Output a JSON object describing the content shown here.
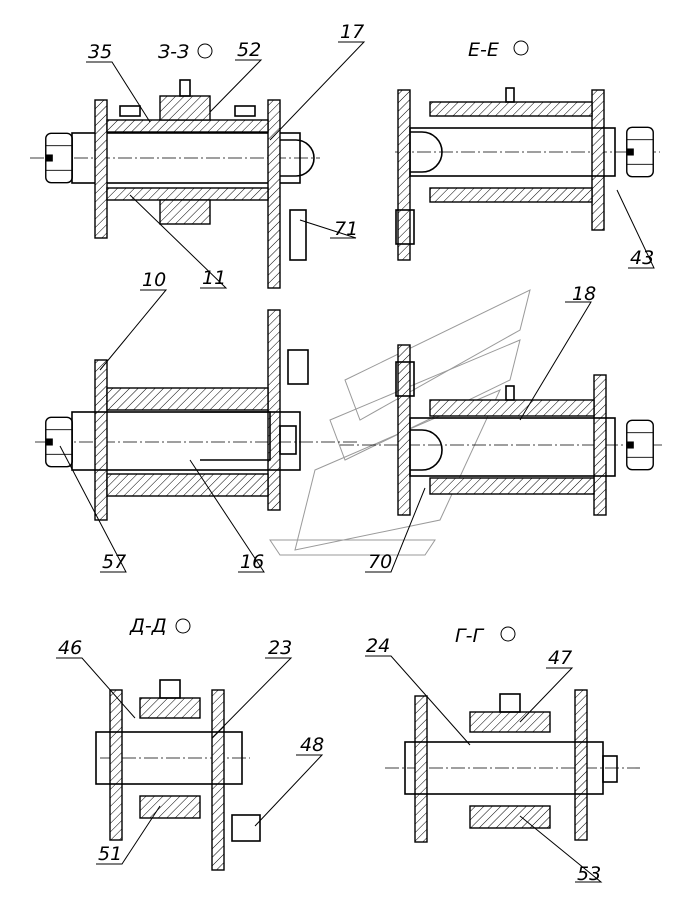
{
  "titles": {
    "t33": "З-З",
    "tee": "Е-Е",
    "tdd": "Д-Д",
    "tgg": "Г-Г"
  },
  "callouts": {
    "c35": "35",
    "c52": "52",
    "c17": "17",
    "c71": "71",
    "c11": "11",
    "c43": "43",
    "c10": "10",
    "c18": "18",
    "c57": "57",
    "c16": "16",
    "c70": "70",
    "c46": "46",
    "c23": "23",
    "c48": "48",
    "c51": "51",
    "c24": "24",
    "c47": "47",
    "c53": "53"
  }
}
